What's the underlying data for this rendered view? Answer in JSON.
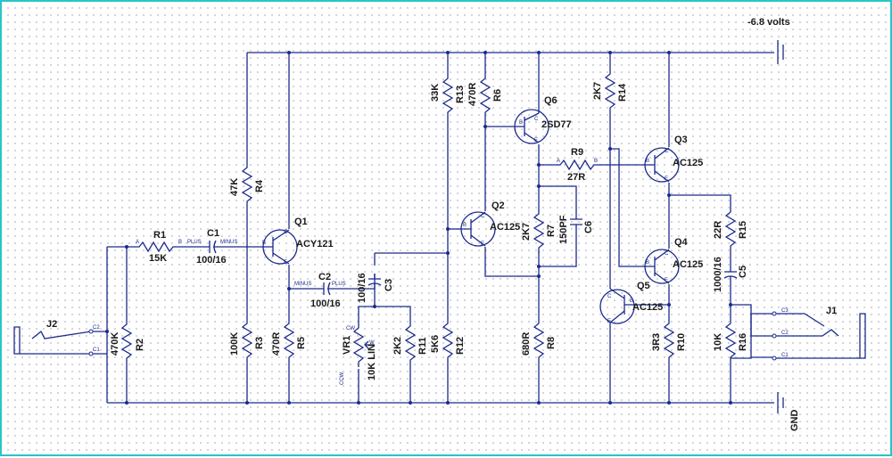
{
  "supply": {
    "label": "-6.8  volts"
  },
  "ground": {
    "label": "GND"
  },
  "components": {
    "r1": {
      "ref": "R1",
      "value": "15K"
    },
    "r2": {
      "ref": "R2",
      "value": "470K"
    },
    "r3": {
      "ref": "R3",
      "value": "100K"
    },
    "r4": {
      "ref": "R4",
      "value": "47K"
    },
    "r5": {
      "ref": "R5",
      "value": "470R"
    },
    "r6": {
      "ref": "R6",
      "value": "470R"
    },
    "r7": {
      "ref": "R7",
      "value": "2K7"
    },
    "r8": {
      "ref": "R8",
      "value": "680R"
    },
    "r9": {
      "ref": "R9",
      "value": "27R"
    },
    "r10": {
      "ref": "R10",
      "value": "3R3"
    },
    "r11": {
      "ref": "R11",
      "value": "2K2"
    },
    "r12": {
      "ref": "R12",
      "value": "5K6"
    },
    "r13": {
      "ref": "R13",
      "value": "33K"
    },
    "r14": {
      "ref": "R14",
      "value": "2K7"
    },
    "r15": {
      "ref": "R15",
      "value": "22R"
    },
    "r16": {
      "ref": "R16",
      "value": "10K"
    },
    "c1": {
      "ref": "C1",
      "value": "100/16"
    },
    "c2": {
      "ref": "C2",
      "value": "100/16"
    },
    "c3": {
      "ref": "C3",
      "value": "100/16"
    },
    "c5": {
      "ref": "C5",
      "value": "1000/16"
    },
    "c6": {
      "ref": "C6",
      "value": "150PF"
    },
    "q1": {
      "ref": "Q1",
      "value": "ACY121"
    },
    "q2": {
      "ref": "Q2",
      "value": "AC125"
    },
    "q3": {
      "ref": "Q3",
      "value": "AC125"
    },
    "q4": {
      "ref": "Q4",
      "value": "AC125"
    },
    "q5": {
      "ref": "Q5",
      "value": "AC125"
    },
    "q6": {
      "ref": "Q6",
      "value": "2SD77"
    },
    "vr1": {
      "ref": "VR1",
      "value": "10K LIN"
    },
    "j1": {
      "ref": "J1"
    },
    "j2": {
      "ref": "J2"
    }
  },
  "pins": {
    "a": "A",
    "b": "B",
    "c": "C",
    "e": "E",
    "w": "W",
    "plus": "PLUS",
    "minus": "MINUS",
    "cw": "CW",
    "ccw": "CCW",
    "c1": "C1",
    "c2": "C2",
    "c3": "C3"
  }
}
